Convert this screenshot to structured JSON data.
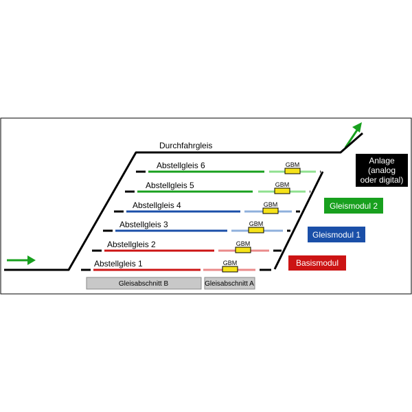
{
  "main_track": {
    "label": "Durchfahrgleis",
    "color": "#000000"
  },
  "sidings": [
    {
      "label": "Abstellgleis 1",
      "detector": "GBM",
      "module": "Basismodul",
      "color": "#cc1414",
      "light_color": "#ea8a8a"
    },
    {
      "label": "Abstellgleis 2",
      "detector": "GBM",
      "module": "Basismodul",
      "color": "#cc1414",
      "light_color": "#ea8a8a"
    },
    {
      "label": "Abstellgleis 3",
      "detector": "GBM",
      "module": "Gleismodul 1",
      "color": "#1a4fa8",
      "light_color": "#8fb0dc"
    },
    {
      "label": "Abstellgleis 4",
      "detector": "GBM",
      "module": "Gleismodul 1",
      "color": "#1a4fa8",
      "light_color": "#8fb0dc"
    },
    {
      "label": "Abstellgleis 5",
      "detector": "GBM",
      "module": "Gleismodul 2",
      "color": "#18a01e",
      "light_color": "#8fe08f"
    },
    {
      "label": "Abstellgleis 6",
      "detector": "GBM",
      "module": "Gleismodul 2",
      "color": "#18a01e",
      "light_color": "#8fe08f"
    }
  ],
  "sections": [
    {
      "label": "Gleisabschnitt B"
    },
    {
      "label": "Gleisabschnitt A"
    }
  ],
  "modules": [
    {
      "label": "Basismodul",
      "color": "#cc1414"
    },
    {
      "label": "Gleismodul 1",
      "color": "#1a4fa8"
    },
    {
      "label": "Gleismodul 2",
      "color": "#18a01e"
    }
  ],
  "layout_box": {
    "lines": [
      "Anlage",
      "(analog",
      "oder digital)"
    ],
    "color": "#000000"
  },
  "arrow_color": "#18a01e",
  "detector_color": "#f5e21a",
  "section_color": "#c8c8c8"
}
